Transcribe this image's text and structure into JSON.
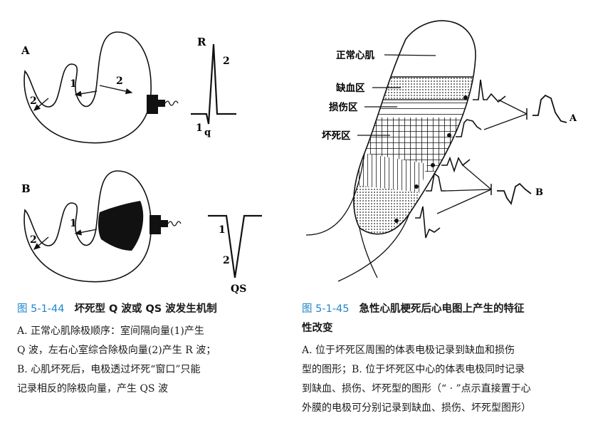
{
  "fig44": {
    "number": "图 5-1-44",
    "title": "坏死型 Q 波或 QS 波发生机制",
    "desc": [
      "A. 正常心肌除极顺序：室间隔向量(1)产生",
      "Q 波，左右心室综合除极向量(2)产生 R 波；",
      "B. 心肌坏死后，电极透过坏死“窗口”只能",
      "记录相反的除极向量，产生 QS 波"
    ],
    "panel_a": {
      "label": "A",
      "vec1": "1",
      "vec2": "2",
      "wave_r": "R",
      "wave_q": "q",
      "wave_1": "1",
      "wave_2": "2"
    },
    "panel_b": {
      "label": "B",
      "vec1": "1",
      "vec2": "2",
      "wave_qs": "QS",
      "wave_1": "1",
      "wave_2": "2"
    }
  },
  "fig45": {
    "number": "图 5-1-45",
    "title_lines": [
      "急性心肌梗死后心电图上产生的特征",
      "性改变"
    ],
    "desc": [
      "A. 位于坏死区周围的体表电极记录到缺血和损伤",
      "型的图形；B. 位于坏死区中心的体表电极同时记录",
      "到缺血、损伤、坏死型的图形（“ · ”点示直接置于心",
      "外膜的电极可分别记录到缺血、损伤、坏死型图形）"
    ],
    "zones": [
      "正常心肌",
      "缺血区",
      "损伤区",
      "坏死区"
    ],
    "marker_a": "A",
    "marker_b": "B"
  }
}
